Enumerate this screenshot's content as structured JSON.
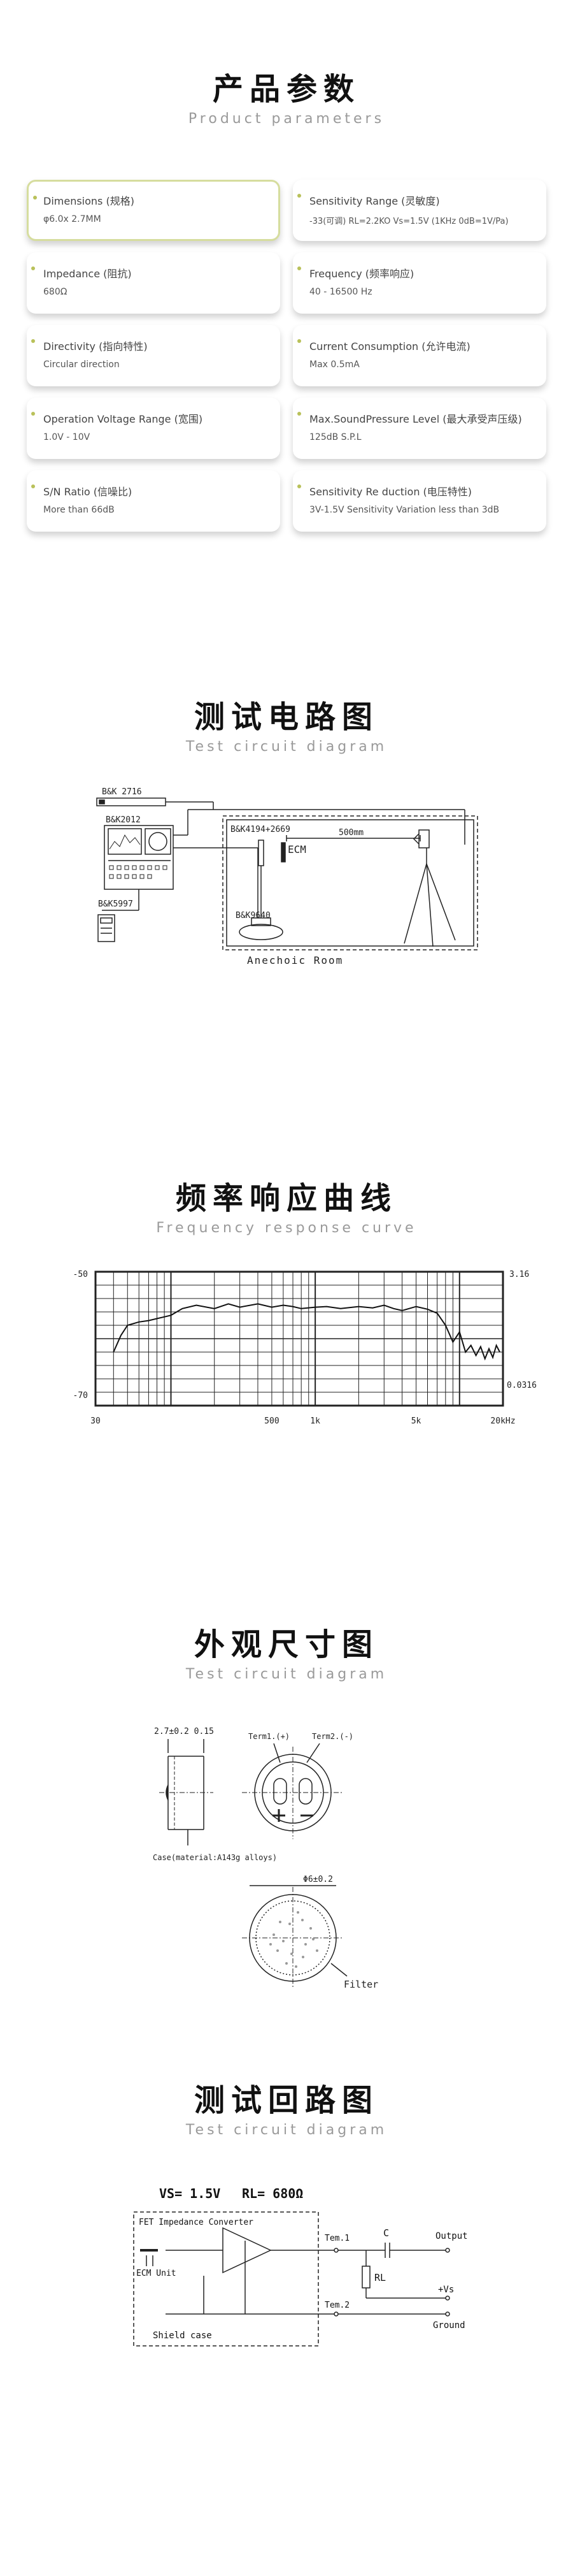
{
  "sections": {
    "params": {
      "cn": "产品参数",
      "en": "Product parameters"
    },
    "test_circuit": {
      "cn": "测试电路图",
      "en": "Test circuit diagram"
    },
    "freq": {
      "cn": "频率响应曲线",
      "en": "Frequency response curve"
    },
    "dimension": {
      "cn": "外观尺寸图",
      "en": "Test circuit diagram"
    },
    "loop": {
      "cn": "测试回路图",
      "en": "Test circuit diagram"
    }
  },
  "params": [
    {
      "label": "Dimensions (规格)",
      "value": "φ6.0x 2.7MM"
    },
    {
      "label": "Sensitivity Range (灵敏度)",
      "value": "-33(可调)  RL=2.2KO Vs=1.5V  (1KHz 0dB=1V/Pa)"
    },
    {
      "label": "Impedance (阻抗)",
      "value": "680Ω"
    },
    {
      "label": "Frequency (频率响应)",
      "value": "40 - 16500 Hz"
    },
    {
      "label": "Directivity (指向特性)",
      "value": "Circular direction"
    },
    {
      "label": "Current Consumption (允许电流)",
      "value": "Max 0.5mA"
    },
    {
      "label": "Operation Voltage Range (宽围)",
      "value": "1.0V - 10V"
    },
    {
      "label": "Max.SoundPressure Level (最大承受声压级)",
      "value": "125dB S.P.L"
    },
    {
      "label": "S/N Ratio (信噪比)",
      "value": "More than 66dB"
    },
    {
      "label": "Sensitivity Re duction (电压特性)",
      "value": "3V-1.5V Sensitivity Variation less than 3dB"
    }
  ],
  "circuit": {
    "bk2716": "B&K 2716",
    "bk2012": "B&K2012",
    "bk4194": "B&K4194+2669",
    "bk9640": "B&K9640",
    "bk5997": "B&K5997",
    "ecm": "ECM",
    "distance": "500mm",
    "room": "Anechoic Room"
  },
  "chart_data": {
    "type": "line",
    "title": "",
    "x_ticks": [
      "30",
      "500",
      "1k",
      "5k",
      "20kHz"
    ],
    "y_left_ticks": [
      "-50",
      "-70"
    ],
    "y_right_ticks": [
      "3.16",
      "0.0316"
    ],
    "xlim": [
      30,
      20000
    ],
    "ylim": [
      -70,
      -50
    ],
    "series": [
      {
        "x": [
          40,
          45,
          50,
          60,
          70,
          80,
          100,
          120,
          150,
          200,
          250,
          300,
          400,
          500,
          600,
          700,
          800,
          1000,
          1200,
          1500,
          2000,
          2500,
          3000,
          3500,
          4000,
          5000,
          6000,
          7000,
          8000,
          9000,
          10000,
          11000,
          12000,
          13000,
          14000,
          15000,
          16000,
          17000,
          18000,
          19000
        ],
        "y": [
          -62,
          -59.5,
          -58,
          -57.5,
          -57.3,
          -57,
          -56.5,
          -55.5,
          -55,
          -55.5,
          -54.8,
          -55.3,
          -54.8,
          -55.3,
          -55,
          -55.2,
          -55.5,
          -55.3,
          -55.2,
          -55.5,
          -55.2,
          -55.4,
          -55,
          -55.5,
          -55.8,
          -55.2,
          -55.6,
          -56.2,
          -58,
          -60.5,
          -59,
          -62,
          -61,
          -62.5,
          -61.2,
          -63,
          -61.5,
          -62.8,
          -61,
          -62
        ]
      }
    ]
  },
  "dimension": {
    "size": "2.7±0.2  0.15",
    "case": "Case(material:A143g alloys)",
    "term1": "Term1.(+)",
    "term2": "Term2.(-)",
    "diameter": "Φ6±0.2",
    "filter": "Filter"
  },
  "loop": {
    "vs": "VS= 1.5V",
    "rl": "RL= 680Ω",
    "fet": "FET Impedance Converter",
    "ecm_unit": "ECM Unit",
    "shield": "Shield case",
    "term1": "Tem.1",
    "term2": "Tem.2",
    "c": "C",
    "r": "RL",
    "output": "Output",
    "vs_plus": "+Vs",
    "ground": "Ground"
  }
}
